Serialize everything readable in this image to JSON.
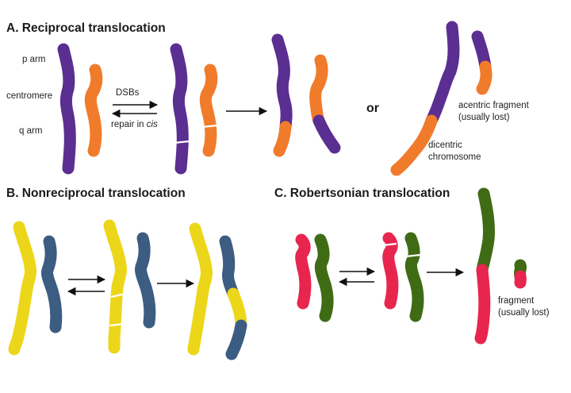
{
  "panels": {
    "a": {
      "title": "A. Reciprocal translocation",
      "labels": {
        "p_arm": "p arm",
        "centromere": "centromere",
        "q_arm": "q arm",
        "dsbs": "DSBs",
        "repair_prefix": "repair in ",
        "repair_italic": "cis",
        "or": "or",
        "acentric_line1": "acentric fragment",
        "acentric_line2": "(usually lost)",
        "dicentric_line1": "dicentric",
        "dicentric_line2": "chromosome"
      }
    },
    "b": {
      "title": "B. Nonreciprocal translocation"
    },
    "c": {
      "title": "C. Robertsonian translocation",
      "labels": {
        "fragment_line1": "fragment",
        "fragment_line2": "(usually lost)"
      }
    }
  },
  "colors": {
    "purple": "#5b2e91",
    "orange": "#f07b2b",
    "yellow": "#ecd61a",
    "blue": "#3c5c82",
    "pink": "#e8254e",
    "green": "#3f6b15"
  }
}
